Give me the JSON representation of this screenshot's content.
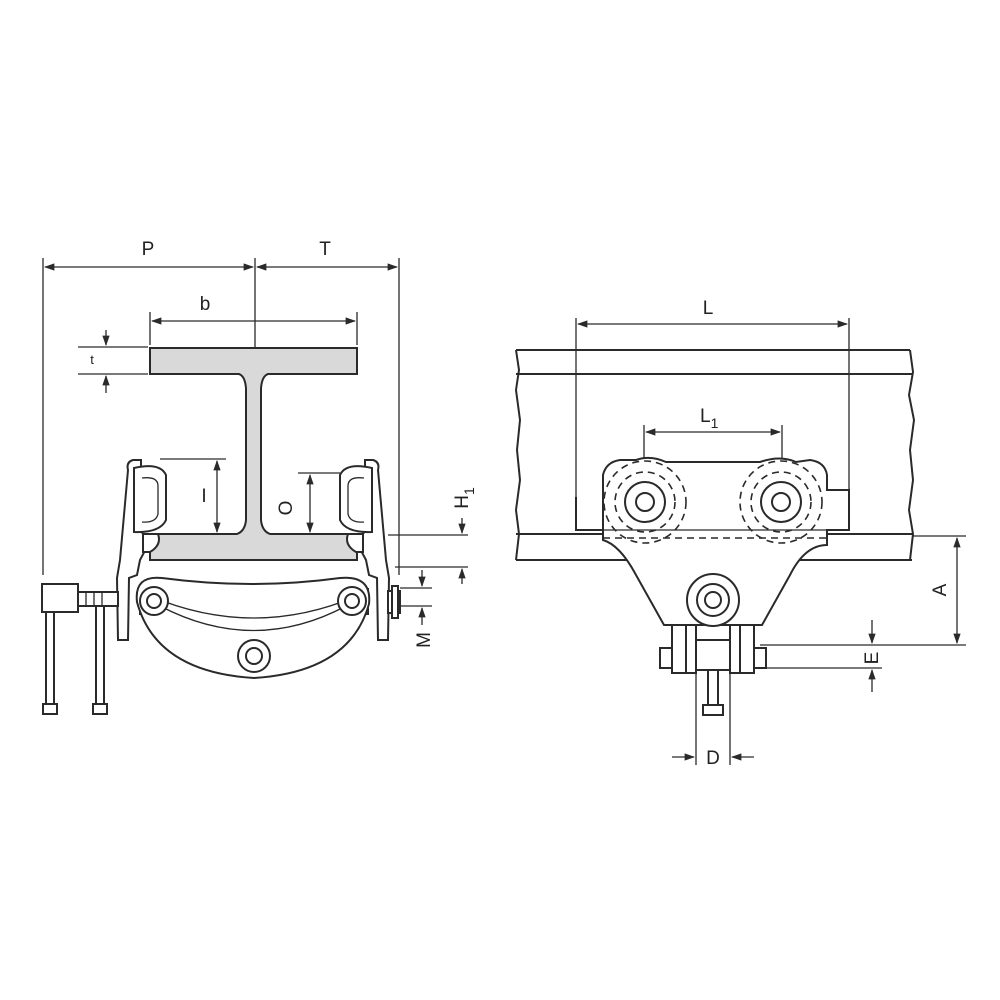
{
  "dimension_labels": {
    "P": "P",
    "T": "T",
    "b": "b",
    "t": "t",
    "I": "I",
    "O": "O",
    "H1_main": "H",
    "H1_sub": "1",
    "M": "M",
    "L": "L",
    "L1_main": "L",
    "L1_sub": "1",
    "A": "A",
    "E": "E",
    "D": "D"
  }
}
